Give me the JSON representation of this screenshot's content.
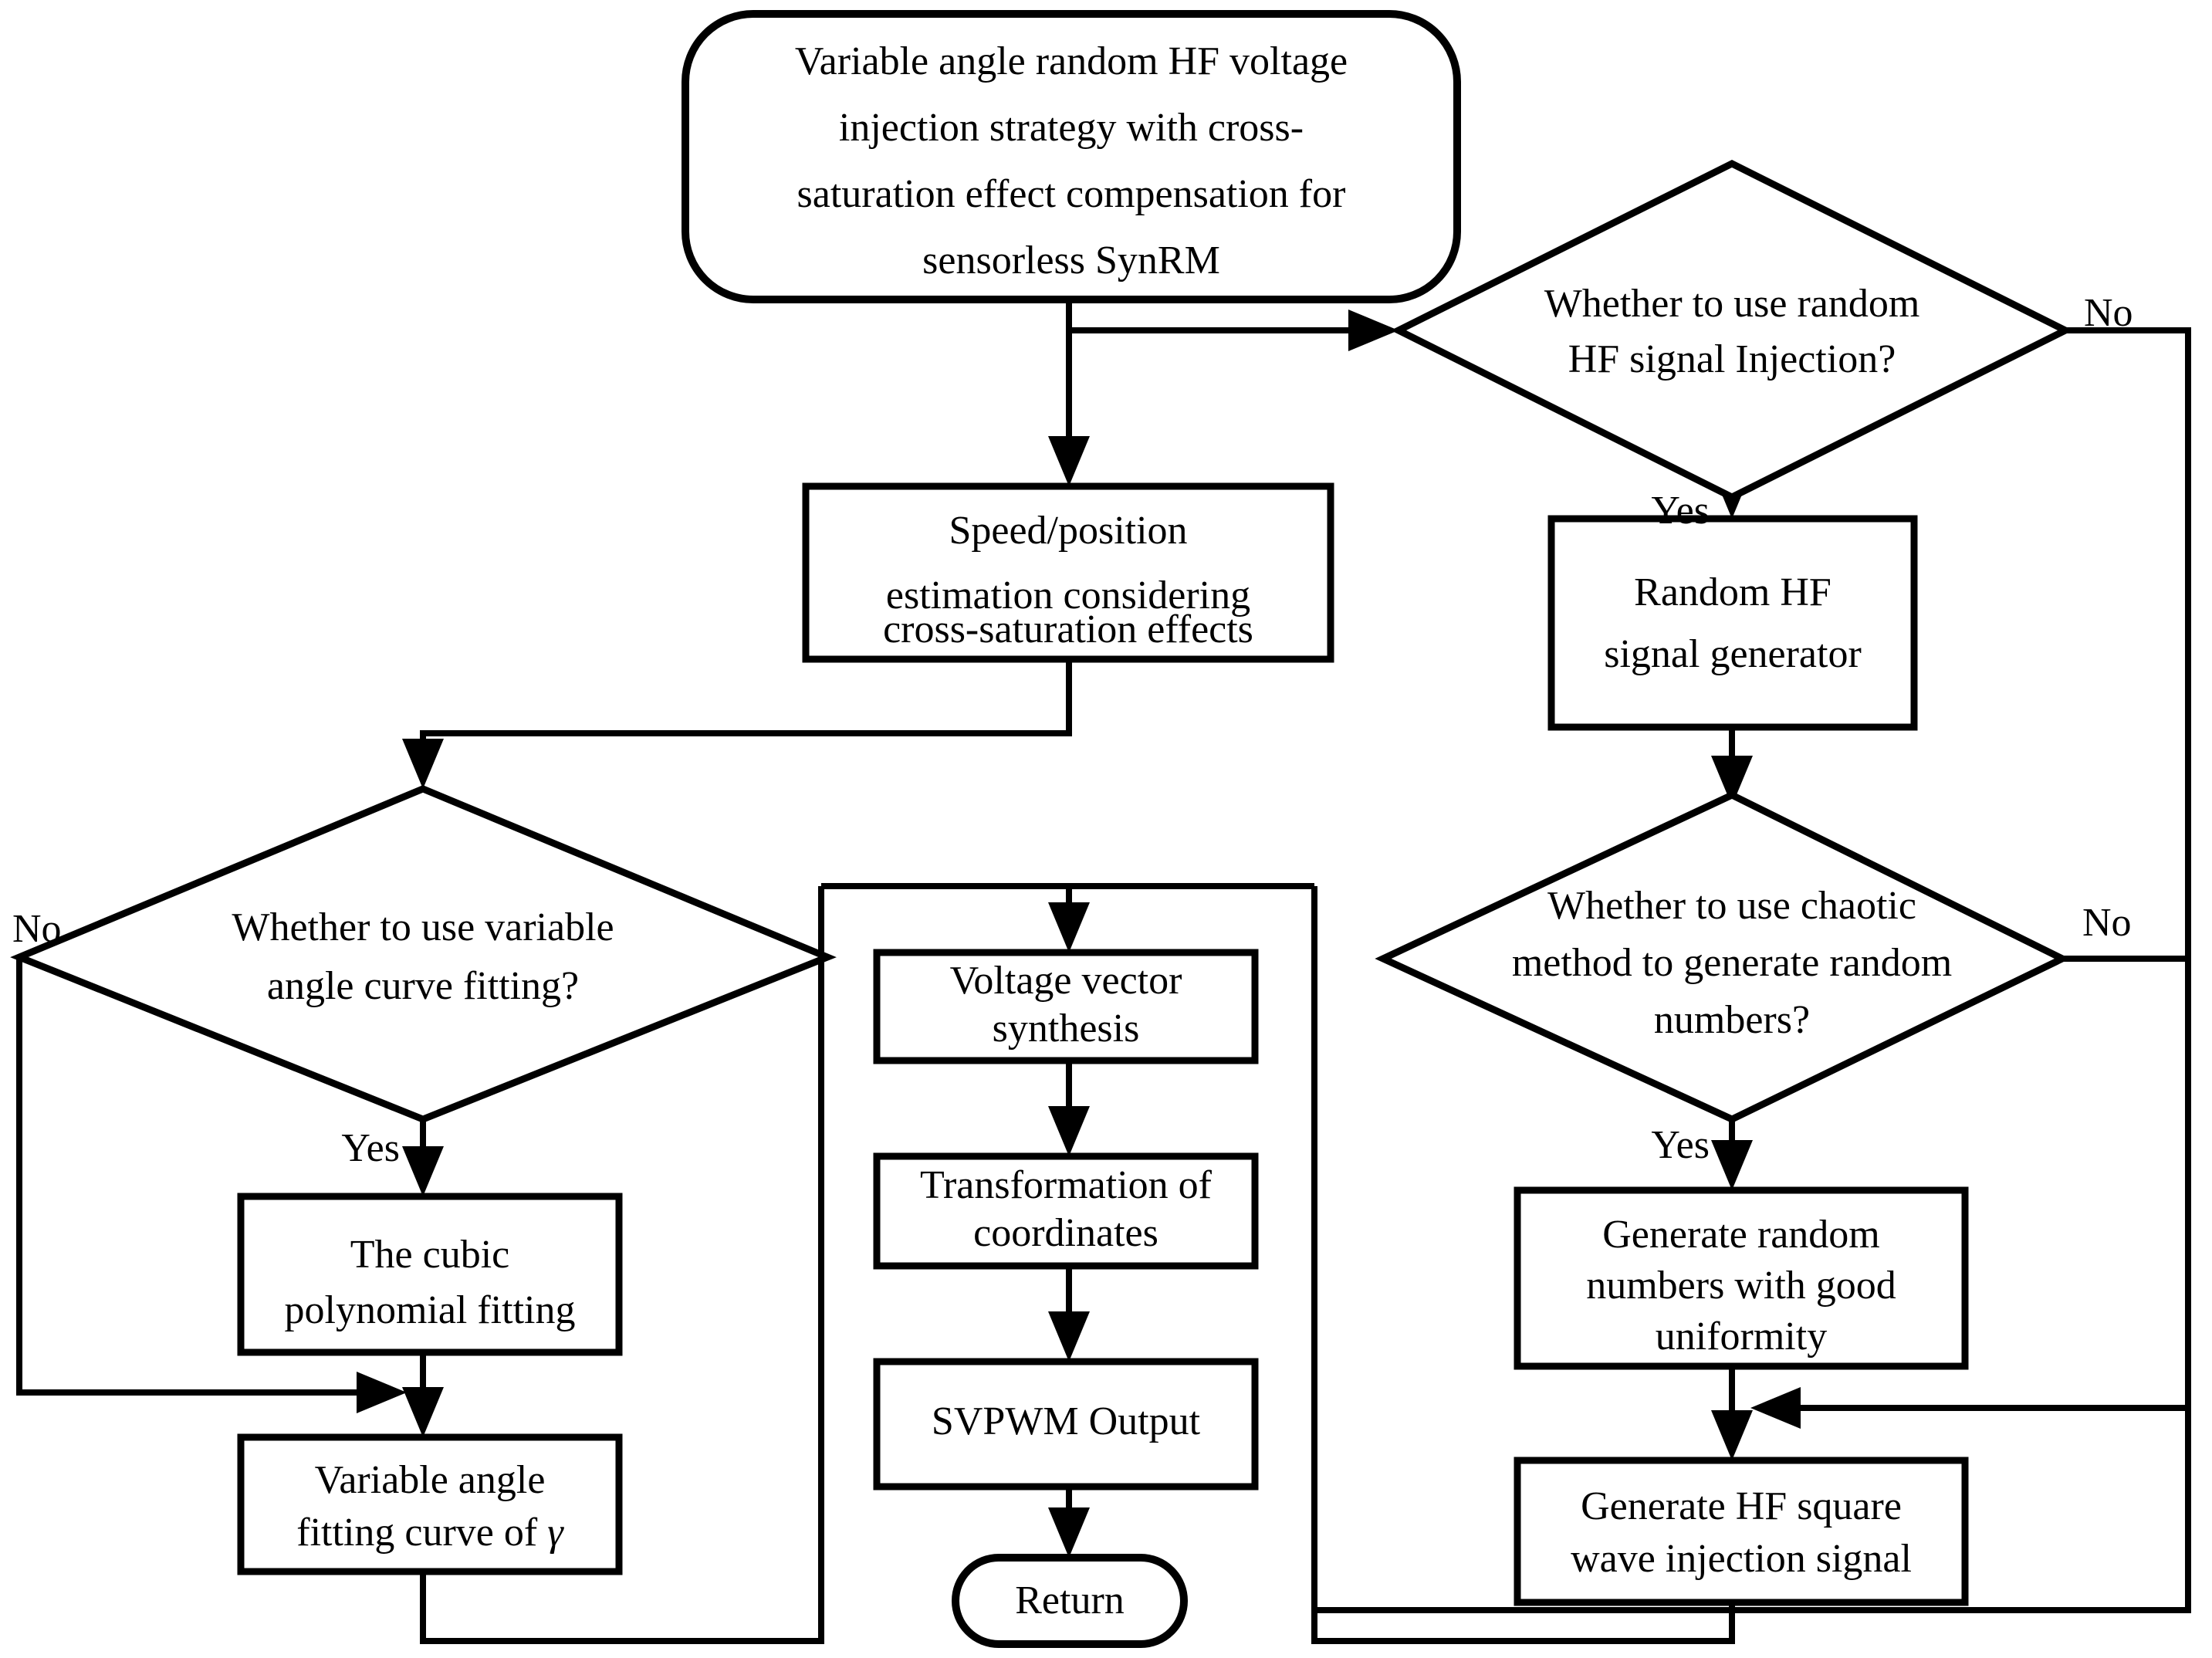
{
  "diagram": {
    "title_node": {
      "id": "start-terminal",
      "shape": "rounded-terminal",
      "lines": [
        "Variable angle random HF voltage",
        "injection strategy with cross-",
        "saturation effect compensation for",
        "sensorless SynRM"
      ]
    },
    "nodes": [
      {
        "id": "speed-position-estimation",
        "shape": "process",
        "lines": [
          "Speed/position",
          "estimation considering",
          "cross-saturation effects"
        ]
      },
      {
        "id": "decision-random-hf-injection",
        "shape": "decision",
        "lines": [
          "Whether to use random",
          "HF signal Injection?"
        ]
      },
      {
        "id": "random-hf-signal-generator",
        "shape": "process",
        "lines": [
          "Random HF",
          "signal generator"
        ]
      },
      {
        "id": "decision-variable-angle-curve-fitting",
        "shape": "decision",
        "lines": [
          "Whether to use variable",
          "angle curve fitting?"
        ]
      },
      {
        "id": "decision-chaotic-method",
        "shape": "decision",
        "lines": [
          "Whether to use chaotic",
          "method to generate random",
          "numbers?"
        ]
      },
      {
        "id": "voltage-vector-synthesis",
        "shape": "process",
        "lines": [
          "Voltage vector",
          "synthesis"
        ]
      },
      {
        "id": "transformation-of-coordinates",
        "shape": "process",
        "lines": [
          "Transformation of",
          "coordinates"
        ]
      },
      {
        "id": "svpwm-output",
        "shape": "process",
        "lines": [
          "SVPWM Output"
        ]
      },
      {
        "id": "cubic-polynomial-fitting",
        "shape": "process",
        "lines": [
          "The cubic",
          "polynomial fitting"
        ]
      },
      {
        "id": "variable-angle-fitting-curve",
        "shape": "process",
        "lines": [
          "Variable angle",
          "fitting curve of "
        ],
        "trailing_symbol": "γ"
      },
      {
        "id": "generate-random-numbers-uniformity",
        "shape": "process",
        "lines": [
          "Generate random",
          "numbers with good",
          "uniformity"
        ]
      },
      {
        "id": "generate-hf-square-wave",
        "shape": "process",
        "lines": [
          "Generate HF square",
          "wave injection signal"
        ]
      },
      {
        "id": "return-terminal",
        "shape": "rounded-terminal",
        "lines": [
          "Return"
        ]
      }
    ],
    "edge_labels": {
      "random_hf_no": "No",
      "random_hf_yes": "Yes",
      "variable_angle_no": "No",
      "variable_angle_yes": "Yes",
      "chaotic_no": "No",
      "chaotic_yes": "Yes"
    },
    "colors": {
      "stroke": "#000000",
      "fill": "#ffffff",
      "text": "#000000"
    }
  }
}
